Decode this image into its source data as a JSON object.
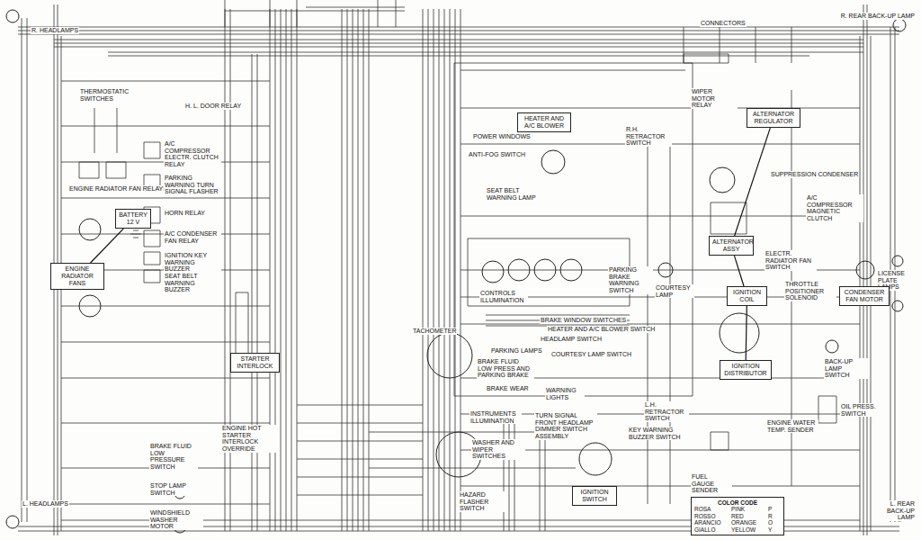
{
  "diagram": {
    "nodes": [
      {
        "text": [
          "BATTERY 12 V"
        ]
      },
      {
        "text": [
          "ENGINE RADIATOR FANS"
        ]
      },
      {
        "text": [
          "HEATER AND A/C BLOWER"
        ]
      },
      {
        "text": [
          "ALTERNATOR REGULATOR"
        ]
      },
      {
        "text": [
          "ALTERNATOR ASSY"
        ]
      },
      {
        "text": [
          "IGNITION COIL"
        ]
      },
      {
        "text": [
          "IGNITION DISTRIBUTOR"
        ]
      },
      {
        "text": [
          "CONDENSER FAN MOTOR"
        ]
      },
      {
        "text": [
          "IGNITION SWITCH"
        ]
      },
      {
        "text": [
          "STARTER INTERLOCK"
        ]
      },
      {
        "text": [
          "COLOR CODE",
          "ROSA",
          "PINK",
          "P",
          "ROSSO",
          "RED",
          "R",
          "ARANCIO",
          "ORANGE",
          "O",
          "GIALLO",
          "YELLOW",
          "Y"
        ]
      }
    ],
    "edges": [
      {
        "from": 0,
        "to": 1,
        "arrow": "none"
      },
      {
        "from": 3,
        "to": 4,
        "arrow": "none"
      },
      {
        "from": 4,
        "to": 5,
        "arrow": "none"
      },
      {
        "from": 5,
        "to": 6,
        "arrow": "none"
      }
    ],
    "labels": [
      "R. HEADLAMPS",
      "R. REAR BACK-UP LAMP",
      "CONNECTORS",
      "THERMOSTATIC SWITCHES",
      "ENGINE RADIATOR FAN RELAYS",
      "A/C COMPRESSOR ELECTR. CLUTCH RELAY",
      "PARKING WARNING TURN SIGNAL FLASHER",
      "HORN RELAY",
      "A/C CONDENSER FAN RELAY",
      "IGNITION KEY WARNING BUZZER",
      "SEAT BELT WARNING BUZZER",
      "H. L. DOOR RELAY",
      "POWER WINDOWS",
      "ANTI-FOG SWITCH",
      "SEAT BELT WARNING LAMP",
      "R.H. RETRACTOR SWITCH",
      "WIPER MOTOR RELAY",
      "SUPPRESSION CONDENSER",
      "A/C COMPRESSOR MAGNETIC CLUTCH",
      "ELECTR. RADIATOR FAN SWITCH",
      "THROTTLE POSITIONER SOLENOID",
      "LICENSE PLATE LAMPS",
      "BACK-UP LAMP SWITCH",
      "OIL PRESS. SWITCH",
      "ENGINE WATER TEMP. SENDER",
      "FUEL GAUGE SENDER",
      "L.H. RETRACTOR SWITCH",
      "TACHOMETER",
      "PARKING LAMPS",
      "CONTROLS ILLUMINATION",
      "BRAKE FLUID LOW PRESS AND PARKING BRAKE",
      "WARNING LIGHTS",
      "INSTRUMENTS ILLUMINATION",
      "WASHER AND WIPER SWITCHES",
      "HAZARD FLASHER SWITCH",
      "TURN SIGNAL FRONT HEADLAMP DIMMER SWITCH ASSEMBLY",
      "KEY WARNING BUZZER SWITCH",
      "BRAKE FLUID LOW PRESSURE SWITCH",
      "STOP LAMP SWITCH",
      "WINDSHIELD WASHER MOTOR",
      "L. HEADLAMPS",
      "L. REAR BACK-UP LAMP",
      "ENGINE HOT STARTER INTERLOCK OVERRIDE",
      "COURTESY LAMP",
      "HEADLAMP SWITCH",
      "BRAKE WINDOW SWITCHES",
      "HEATER AND A/C BLOWER SWITCH",
      "COURTESY LAMP SWITCH",
      "PARKING BRAKE WARNING SWITCH",
      "BRAKE WEAR"
    ]
  }
}
